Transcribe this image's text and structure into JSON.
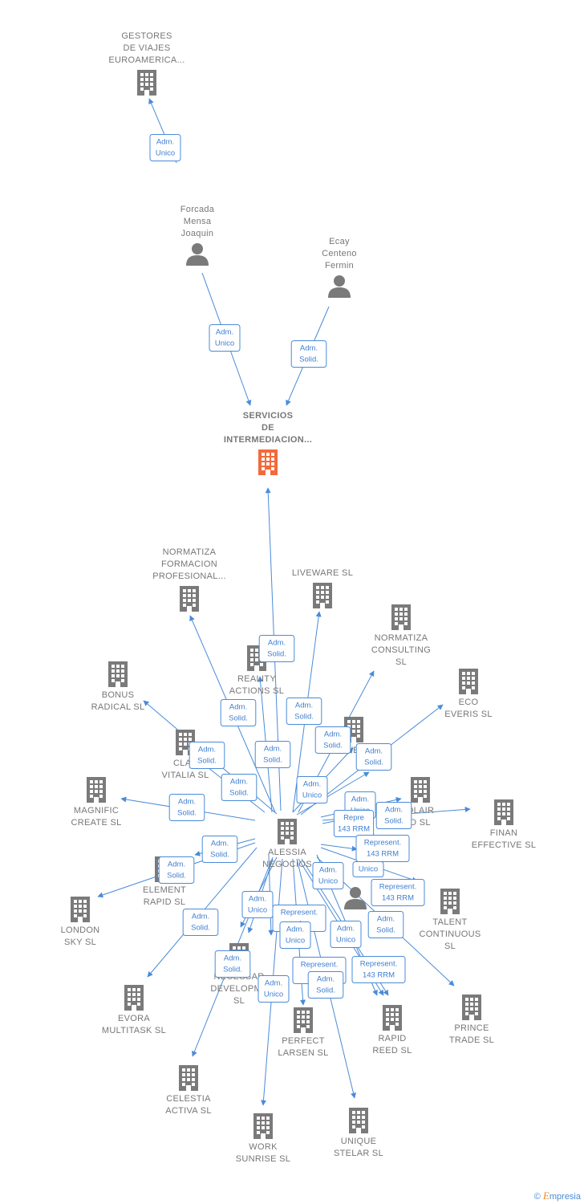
{
  "brand": {
    "copyright": "©",
    "initial": "E",
    "rest": "mpresia"
  },
  "colors": {
    "edge": "#4a8bd8",
    "building": "#7a7a7a",
    "focus": "#f26a3c",
    "person": "#7a7a7a"
  },
  "nodes": [
    {
      "id": "gestores",
      "kind": "company",
      "lines": [
        "GESTORES",
        "DE VIAJES",
        "EUROAMERICA..."
      ],
      "bold": false
    },
    {
      "id": "forcada",
      "kind": "person",
      "lines": [
        "Forcada",
        "Mensa",
        "Joaquin"
      ]
    },
    {
      "id": "ecay",
      "kind": "person",
      "lines": [
        "Ecay",
        "Centeno",
        "Fermin"
      ]
    },
    {
      "id": "servicios",
      "kind": "focus",
      "lines": [
        "SERVICIOS",
        "DE",
        "INTERMEDIACION..."
      ],
      "bold": true
    },
    {
      "id": "normatiza_form",
      "kind": "company",
      "lines": [
        "NORMATIZA",
        "FORMACION",
        "PROFESIONAL..."
      ]
    },
    {
      "id": "liveware",
      "kind": "company",
      "lines": [
        "LIVEWARE SL"
      ]
    },
    {
      "id": "normatiza_cons",
      "kind": "company",
      "lines": [
        "NORMATIZA",
        "CONSULTING",
        "SL"
      ]
    },
    {
      "id": "reality",
      "kind": "company",
      "lines": [
        "REALITY",
        "ACTIONS SL"
      ]
    },
    {
      "id": "bonus",
      "kind": "company",
      "lines": [
        "BONUS",
        "RADICAL SL"
      ]
    },
    {
      "id": "eco",
      "kind": "company",
      "lines": [
        "ECO",
        "EVERIS SL"
      ]
    },
    {
      "id": "clas",
      "kind": "company",
      "lines": [
        "CLAS",
        "VITALIA SL"
      ]
    },
    {
      "id": "levera",
      "kind": "company",
      "lines": [
        "LEVERA"
      ]
    },
    {
      "id": "magnific",
      "kind": "company",
      "lines": [
        "MAGNIFIC",
        "CREATE SL"
      ]
    },
    {
      "id": "olair",
      "kind": "company",
      "lines": [
        "OLAIR",
        "D SL"
      ]
    },
    {
      "id": "finan",
      "kind": "company",
      "lines": [
        "FINAN",
        "EFFECTIVE SL"
      ]
    },
    {
      "id": "alessia",
      "kind": "company",
      "lines": [
        "ALESSIA",
        "NEGOCIOS"
      ]
    },
    {
      "id": "element",
      "kind": "company",
      "lines": [
        "ELEMENT",
        "RAPID SL"
      ]
    },
    {
      "id": "person2",
      "kind": "person",
      "lines": []
    },
    {
      "id": "talent",
      "kind": "company",
      "lines": [
        "TALENT",
        "CONTINUOUS",
        "SL"
      ]
    },
    {
      "id": "london",
      "kind": "company",
      "lines": [
        "LONDON",
        "SKY SL"
      ]
    },
    {
      "id": "necessar",
      "kind": "company",
      "lines": [
        "NECESSAR",
        "DEVELOPME",
        "SL"
      ]
    },
    {
      "id": "evora",
      "kind": "company",
      "lines": [
        "EVORA",
        "MULTITASK SL"
      ]
    },
    {
      "id": "perfect",
      "kind": "company",
      "lines": [
        "PERFECT",
        "LARSEN SL"
      ]
    },
    {
      "id": "rapid",
      "kind": "company",
      "lines": [
        "RAPID",
        "REED SL"
      ]
    },
    {
      "id": "prince",
      "kind": "company",
      "lines": [
        "PRINCE",
        "TRADE SL"
      ]
    },
    {
      "id": "celestia",
      "kind": "company",
      "lines": [
        "CELESTIA",
        "ACTIVA SL"
      ]
    },
    {
      "id": "work",
      "kind": "company",
      "lines": [
        "WORK",
        "SUNRISE SL"
      ]
    },
    {
      "id": "unique",
      "kind": "company",
      "lines": [
        "UNIQUE",
        "STELAR SL"
      ]
    }
  ],
  "badges": [
    {
      "lines": [
        "Adm.",
        "Unico"
      ]
    },
    {
      "lines": [
        "Adm.",
        "Unico"
      ]
    },
    {
      "lines": [
        "Adm.",
        "Solid."
      ]
    },
    {
      "lines": [
        "Adm.",
        "Solid."
      ]
    },
    {
      "lines": [
        "Adm.",
        "Solid."
      ]
    },
    {
      "lines": [
        "Adm.",
        "Solid."
      ]
    },
    {
      "lines": [
        "Adm.",
        "Solid."
      ]
    },
    {
      "lines": [
        "Adm.",
        "Solid."
      ]
    },
    {
      "lines": [
        "Adm.",
        "Solid."
      ]
    },
    {
      "lines": [
        "Adm.",
        "Solid."
      ]
    },
    {
      "lines": [
        "Adm.",
        "Solid."
      ]
    },
    {
      "lines": [
        "Adm.",
        "Solid."
      ]
    },
    {
      "lines": [
        "Adm.",
        "Unico"
      ]
    },
    {
      "lines": [
        "Adm.",
        "Unico"
      ]
    },
    {
      "lines": [
        "Adm.",
        "Solid."
      ]
    },
    {
      "lines": [
        "Repre",
        "143 RRM"
      ]
    },
    {
      "lines": [
        "Represent.",
        "143 RRM"
      ]
    },
    {
      "lines": [
        "Adm.",
        "Solid."
      ]
    },
    {
      "lines": [
        "Adm.",
        "Solid."
      ]
    },
    {
      "lines": [
        "Unico"
      ]
    },
    {
      "lines": [
        "Adm.",
        "Unico"
      ]
    },
    {
      "lines": [
        "Represent.",
        "143 RRM"
      ]
    },
    {
      "lines": [
        "Adm.",
        "Solid."
      ]
    },
    {
      "lines": [
        "Adm.",
        "Unico"
      ]
    },
    {
      "lines": [
        "Represent.",
        "d"
      ]
    },
    {
      "lines": [
        "Adm.",
        "Unico"
      ]
    },
    {
      "lines": [
        "Adm.",
        "Unico"
      ]
    },
    {
      "lines": [
        "Adm.",
        "Solid."
      ]
    },
    {
      "lines": [
        "Adm.",
        "Solid."
      ]
    },
    {
      "lines": [
        "Represent.",
        "1"
      ]
    },
    {
      "lines": [
        "Represent.",
        "143 RRM"
      ]
    },
    {
      "lines": [
        "Adm.",
        "Solid."
      ]
    },
    {
      "lines": [
        "Adm.",
        "Unico"
      ]
    }
  ]
}
